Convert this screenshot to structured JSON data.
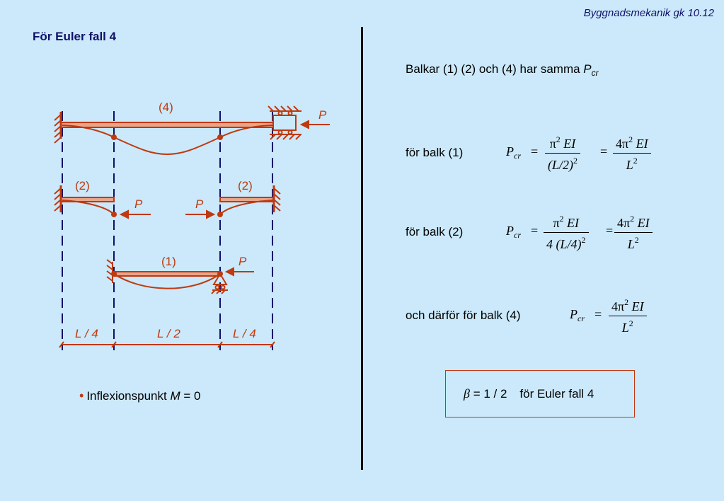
{
  "header": "Byggnadsmekanik gk  10.12",
  "title": "För Euler fall 4",
  "figure": {
    "beam_4": "(4)",
    "beam_2_left": "(2)",
    "beam_2_right": "(2)",
    "beam_1": "(1)",
    "load": "P",
    "dim_left": "L / 4",
    "dim_mid": "L / 2",
    "dim_right": "L / 4"
  },
  "legend": {
    "marker": "•",
    "text": "Inflexionspunkt ",
    "var": "M",
    "eq": " = 0"
  },
  "intro": {
    "text": "Balkar (1) (2) och (4) har samma ",
    "var": "P",
    "sub": "cr"
  },
  "eq1": {
    "label": "för balk (1)",
    "lhs": "P",
    "lhs_sub": "cr",
    "num_a": "π",
    "num_a_sup": "2",
    "num_a_rest": " EI",
    "den_a": "(L/2)",
    "den_a_sup": "2",
    "num_b": "4π",
    "num_b_sup": "2",
    "num_b_rest": " EI",
    "den_b": "L",
    "den_b_sup": "2"
  },
  "eq2": {
    "label": "för balk (2)",
    "lhs": "P",
    "lhs_sub": "cr",
    "num_a": "π",
    "num_a_sup": "2",
    "num_a_rest": " EI",
    "den_a": "4 (L/4)",
    "den_a_sup": "2",
    "num_b": "4π",
    "num_b_sup": "2",
    "num_b_rest": " EI",
    "den_b": "L",
    "den_b_sup": "2"
  },
  "eq3": {
    "label": "och därför för balk (4)",
    "lhs": "P",
    "lhs_sub": "cr",
    "num": "4π",
    "num_sup": "2",
    "num_rest": " EI",
    "den": "L",
    "den_sup": "2"
  },
  "answer": {
    "beta": "β",
    "value": " = 1 / 2",
    "text": "för Euler fall 4"
  },
  "colors": {
    "accent": "#c0390f",
    "navy": "#10106a",
    "background": "#cbe9fa"
  }
}
